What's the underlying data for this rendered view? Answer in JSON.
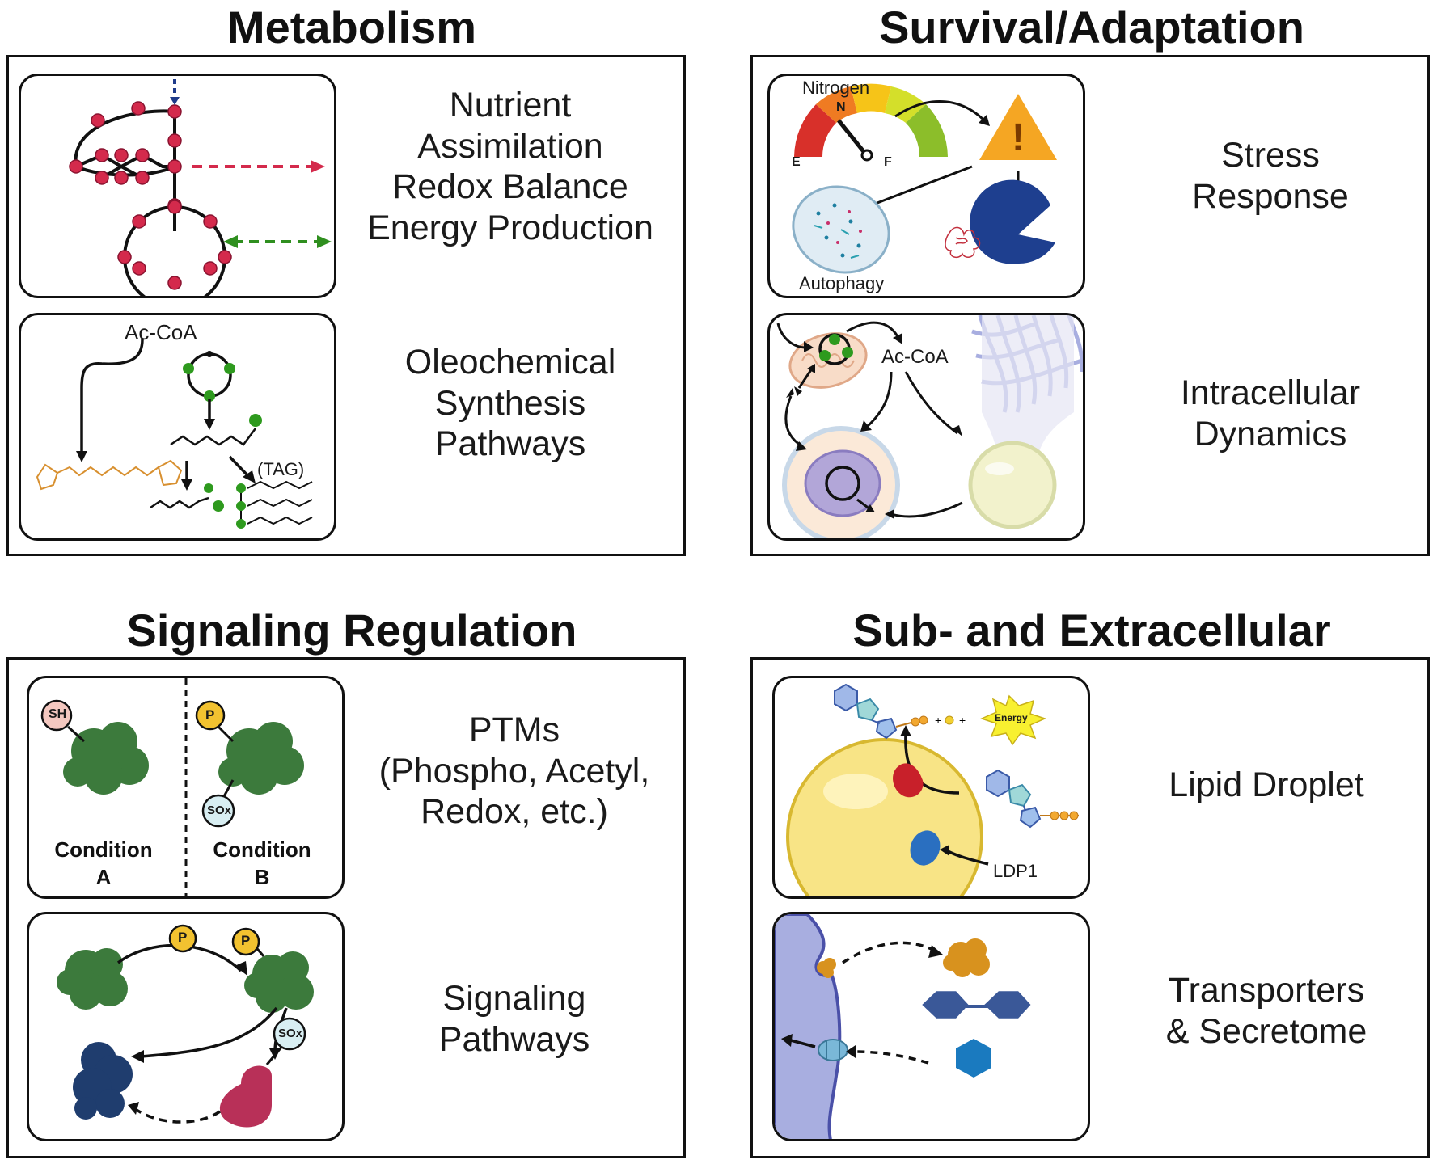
{
  "panels": {
    "metabolism": {
      "title": "Metabolism",
      "box1": {
        "lines": [
          "Nutrient",
          "Assimilation",
          "Redox Balance",
          "Energy Production"
        ]
      },
      "box2": {
        "lines": [
          "Oleochemical",
          "Synthesis",
          "Pathways"
        ],
        "ac_coa": "Ac-CoA",
        "tag": "(TAG)"
      }
    },
    "survival": {
      "title": "Survival/Adaptation",
      "box1": {
        "lines": [
          "Stress",
          "Response"
        ],
        "gauge": "Nitrogen",
        "gauge_n": "N",
        "gauge_e": "E",
        "gauge_f": "F",
        "autophagy": "Autophagy"
      },
      "box2": {
        "lines": [
          "Intracellular",
          "Dynamics"
        ],
        "ac_coa": "Ac-CoA"
      }
    },
    "signaling": {
      "title": "Signaling Regulation",
      "box1": {
        "lines": [
          "PTMs",
          "(Phospho, Acetyl,",
          "Redox, etc.)"
        ],
        "sh": "SH",
        "p": "P",
        "sox": "SOx",
        "cond_a": [
          "Condition",
          "A"
        ],
        "cond_b": [
          "Condition",
          "B"
        ]
      },
      "box2": {
        "lines": [
          "Signaling",
          "Pathways"
        ],
        "p": "P",
        "sox": "SOx"
      }
    },
    "subcellular": {
      "title": "Sub- and Extracellular",
      "box1": {
        "lines": [
          "Lipid Droplet"
        ],
        "energy": "Energy",
        "ldp1": "LDP1"
      },
      "box2": {
        "lines": [
          "Transporters",
          "& Secretome"
        ]
      }
    }
  },
  "colors": {
    "metabolite_red": "#d42a4c",
    "arrow_green": "#2f8f1f",
    "arrow_blue": "#1f3b8a",
    "protein_green": "#3c7a3c",
    "warning_orange": "#f5a623",
    "pacman_blue": "#1e3f8f"
  }
}
